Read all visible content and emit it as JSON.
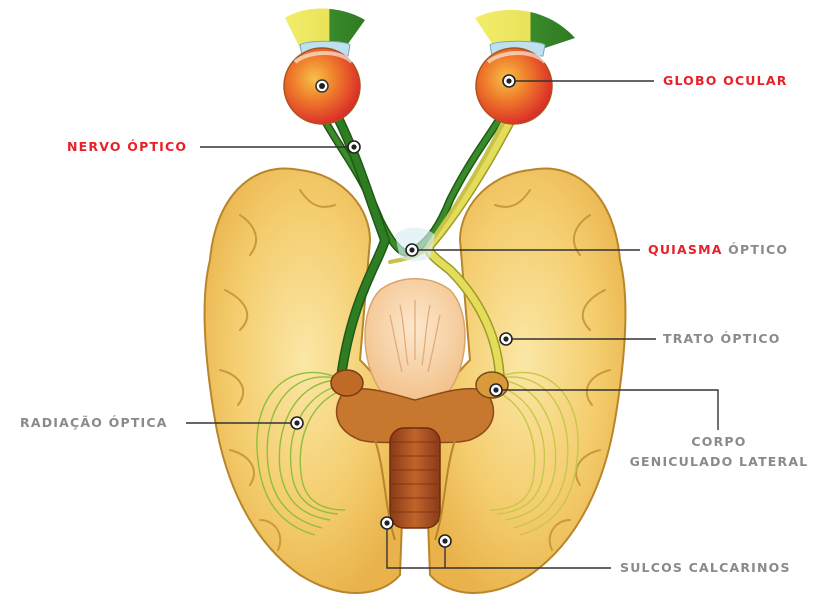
{
  "labels": {
    "globo_ocular": "GLOBO OCULAR",
    "nervo_optico": "NERVO ÓPTICO",
    "quiasma": "QUIASMA",
    "quiasma_optico": " ÓPTICO",
    "trato_optico": "TRATO ÓPTICO",
    "radiacao_optica": "RADIAÇÃO ÓPTICA",
    "corpo_line1": "CORPO",
    "corpo_line2": "GENICULADO LATERAL",
    "sulcos_calcarinos": "SULCOS CALCARINOS"
  },
  "colors": {
    "highlight_label": "#e8202a",
    "normal_label": "#8a8a8a",
    "brain": "#f2c45a",
    "brain_outline": "#b8862a",
    "left_pathway": "#2e7d1e",
    "right_pathway": "#d7d24a",
    "eye_red": "#e0342a",
    "eye_orange": "#f0a020"
  }
}
